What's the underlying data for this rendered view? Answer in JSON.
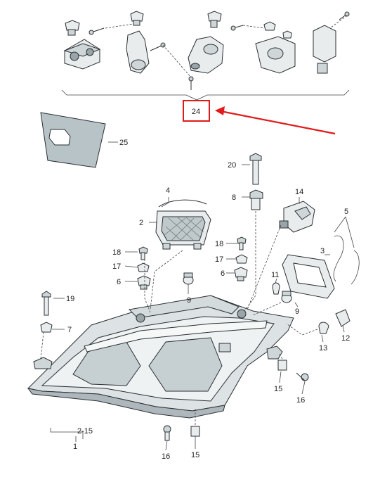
{
  "callout": {
    "label": "24",
    "highlight_color": "#e11b1b"
  },
  "labels": {
    "l1": "1",
    "l2_15": "2-15",
    "l2": "2",
    "l3": "3",
    "l4": "4",
    "l5": "5",
    "l6a": "6",
    "l6b": "6",
    "l7": "7",
    "l8": "8",
    "l9a": "9",
    "l9b": "9",
    "l11": "11",
    "l12": "12",
    "l13": "13",
    "l14": "14",
    "l15a": "15",
    "l15b": "15",
    "l16a": "16",
    "l16b": "16",
    "l17a": "17",
    "l17b": "17",
    "l18a": "18",
    "l18b": "18",
    "l19": "19",
    "l20": "20",
    "l25": "25"
  },
  "colors": {
    "housing_fill": "#dde3e5",
    "housing_stroke": "#2a2f33",
    "part_shade": "#cfd6d8",
    "pad_fill": "#b8c3c7"
  }
}
